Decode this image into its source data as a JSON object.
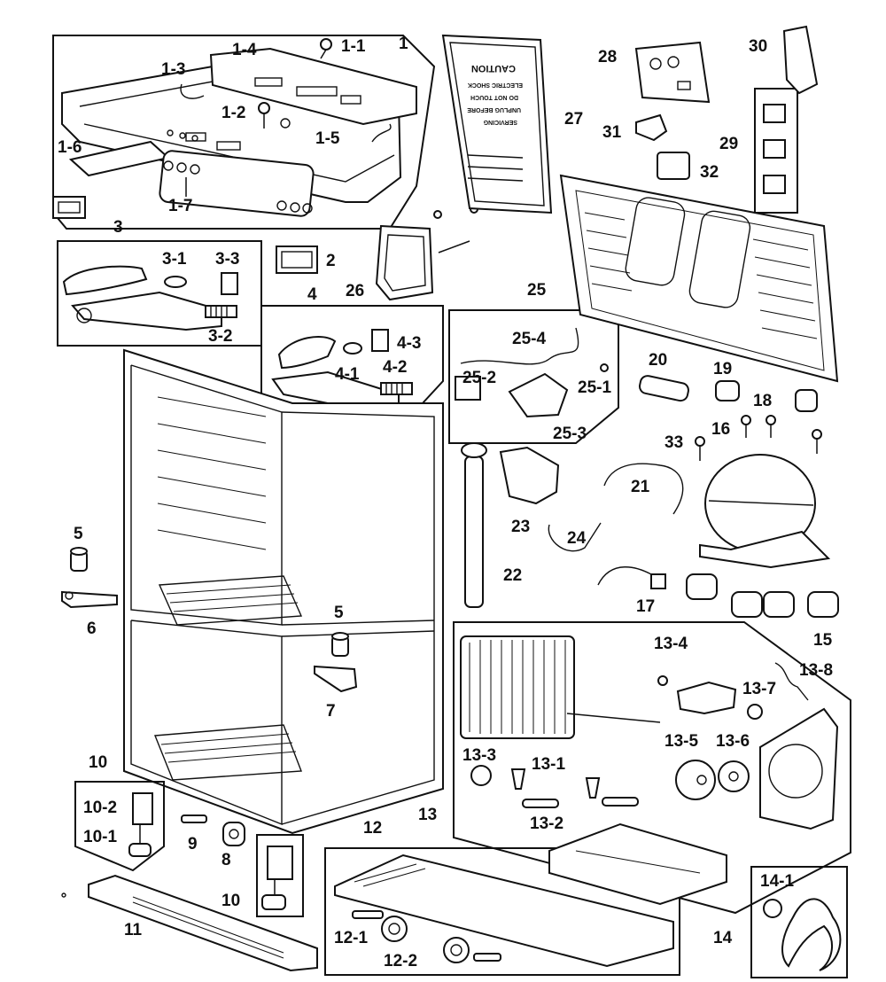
{
  "diagram": {
    "labels": {
      "l1": "1",
      "l1_1": "1-1",
      "l1_2": "1-2",
      "l1_3": "1-3",
      "l1_4": "1-4",
      "l1_5": "1-5",
      "l1_6": "1-6",
      "l1_7": "1-7",
      "l2": "2",
      "l3": "3",
      "l3_1": "3-1",
      "l3_2": "3-2",
      "l3_3": "3-3",
      "l4": "4",
      "l4_1": "4-1",
      "l4_2": "4-2",
      "l4_3": "4-3",
      "l5a": "5",
      "l5b": "5",
      "l6": "6",
      "l7": "7",
      "l8": "8",
      "l9": "9",
      "l10a": "10",
      "l10_1": "10-1",
      "l10_2": "10-2",
      "l10b": "10",
      "l11": "11",
      "l12": "12",
      "l12_1": "12-1",
      "l12_2": "12-2",
      "l13": "13",
      "l13_1": "13-1",
      "l13_2": "13-2",
      "l13_3": "13-3",
      "l13_4": "13-4",
      "l13_5": "13-5",
      "l13_6": "13-6",
      "l13_7": "13-7",
      "l13_8": "13-8",
      "l14": "14",
      "l14_1": "14-1",
      "l15": "15",
      "l16": "16",
      "l17": "17",
      "l18": "18",
      "l19": "19",
      "l20": "20",
      "l21": "21",
      "l22": "22",
      "l23": "23",
      "l24": "24",
      "l25": "25",
      "l25_1": "25-1",
      "l25_2": "25-2",
      "l25_3": "25-3",
      "l25_4": "25-4",
      "l26": "26",
      "l27": "27",
      "l28": "28",
      "l29": "29",
      "l30": "30",
      "l31": "31",
      "l32": "32",
      "l33": "33"
    },
    "caution_label": {
      "heading": "CAUTION",
      "lines": [
        "ELECTRIC SHOCK",
        "DO NOT TOUCH",
        "UNPLUG BEFORE",
        "SERVICING"
      ]
    }
  }
}
